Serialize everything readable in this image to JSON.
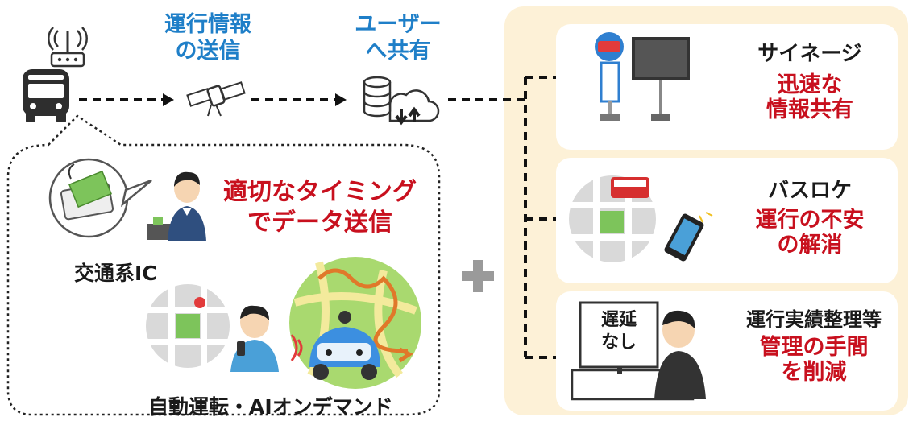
{
  "flow": {
    "step1_title": "運行情報\nの送信",
    "step2_title": "ユーザー\nへ共有"
  },
  "left_box": {
    "heading": "適切なタイミング\nでデータ送信",
    "ic_label": "交通系IC",
    "ai_label": "自動運転・AIオンデマンド"
  },
  "cards": [
    {
      "name": "サイネージ",
      "benefit": "迅速な\n情報共有"
    },
    {
      "name": "バスロケ",
      "benefit": "運行の不安\nの解消"
    },
    {
      "name": "運行実績整理等",
      "benefit": "管理の手間\nを削減",
      "screen_text": "遅延\nなし"
    }
  ],
  "colors": {
    "blue": "#1f7fc8",
    "red": "#c8101e",
    "panel": "#fdf1d7"
  }
}
